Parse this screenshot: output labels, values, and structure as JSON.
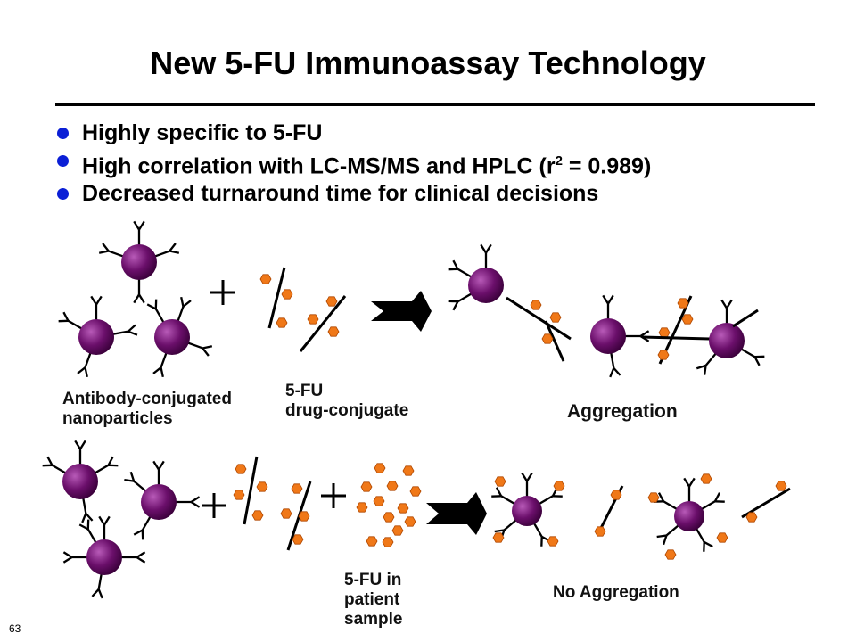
{
  "title": "New 5-FU Immunoassay Technology",
  "bullets": [
    "Highly specific to 5-FU",
    "High correlation with LC-MS/MS and HPLC (r",
    "Decreased turnaround time for clinical decisions"
  ],
  "bullet2_sup": "2",
  "bullet2_tail": " = 0.989)",
  "labels": {
    "nanoparticles_line1": "Antibody-conjugated",
    "nanoparticles_line2": "nanoparticles",
    "drug_line1": "5-FU",
    "drug_line2": "drug-conjugate",
    "aggregation": "Aggregation",
    "patient_line1": "5-FU in",
    "patient_line2": "patient",
    "patient_line3": "sample",
    "no_aggregation": "No Aggregation"
  },
  "page_number": "63",
  "colors": {
    "particle": "#6b0f6b",
    "drug": "#f07818",
    "bullet": "#0b1fd6"
  }
}
